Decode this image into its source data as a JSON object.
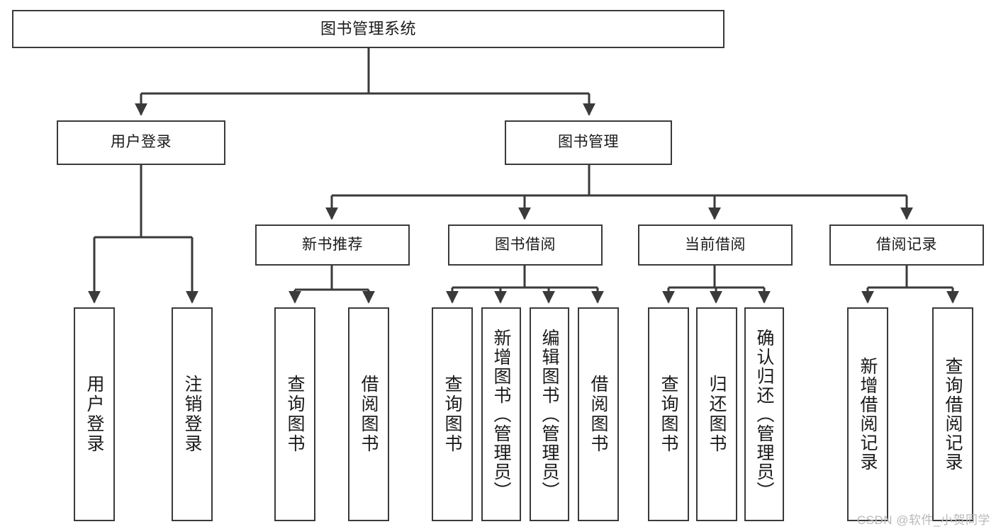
{
  "diagram": {
    "type": "tree-hierarchy-functional-decomposition",
    "title": "图书管理系统",
    "watermark": "CSDN @软件_小贺同学",
    "colors": {
      "box_border": "#3a3a3a",
      "box_fill": "#ffffff",
      "connector": "#3a3a3a",
      "text": "#1a1a1a",
      "watermark": "#b9b9b9"
    },
    "levels": {
      "root": "图书管理系统",
      "level2": [
        "用户登录",
        "图书管理"
      ],
      "level3": [
        "新书推荐",
        "图书借阅",
        "当前借阅",
        "借阅记录"
      ]
    },
    "nodes": {
      "root": {
        "label": "图书管理系统"
      },
      "user_login": {
        "label": "用户登录"
      },
      "book_manage": {
        "label": "图书管理"
      },
      "new_book_rec": {
        "label": "新书推荐"
      },
      "book_borrow": {
        "label": "图书借阅"
      },
      "current_borrow": {
        "label": "当前借阅"
      },
      "borrow_record": {
        "label": "借阅记录"
      }
    },
    "leaves": {
      "user_login": [
        {
          "label": "用户登录"
        },
        {
          "label": "注销登录"
        }
      ],
      "new_book_rec": [
        {
          "label": "查询图书"
        },
        {
          "label": "借阅图书"
        }
      ],
      "book_borrow": [
        {
          "label": "查询图书"
        },
        {
          "label": "新增图书（管理员）"
        },
        {
          "label": "编辑图书（管理员）"
        },
        {
          "label": "借阅图书"
        }
      ],
      "current_borrow": [
        {
          "label": "查询图书"
        },
        {
          "label": "归还图书"
        },
        {
          "label": "确认归还（管理员）"
        }
      ],
      "borrow_record": [
        {
          "label": "新增借阅记录"
        },
        {
          "label": "查询借阅记录"
        }
      ]
    }
  }
}
